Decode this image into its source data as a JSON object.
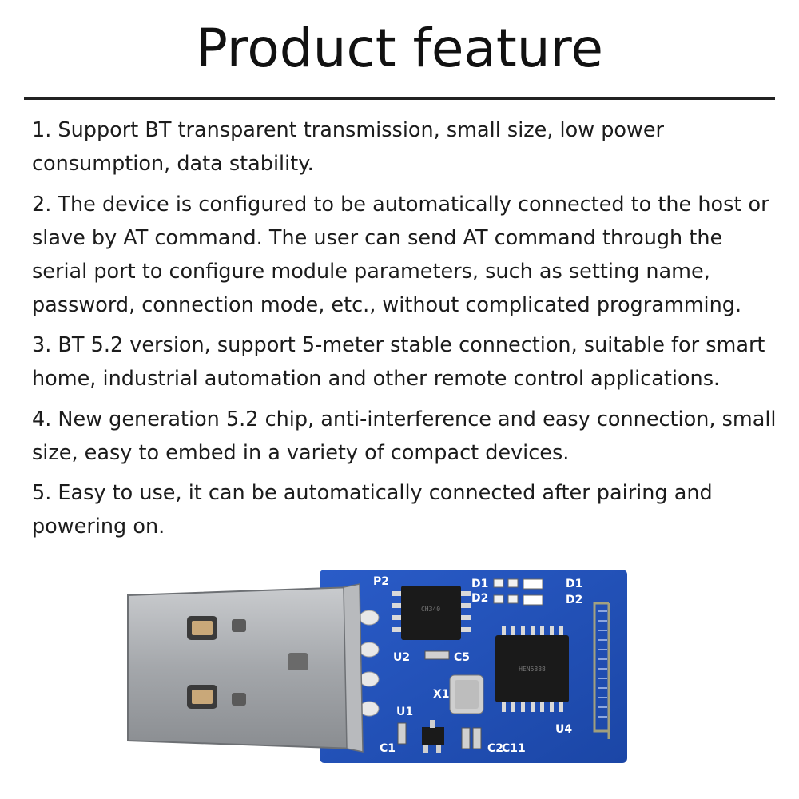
{
  "title": "Product feature",
  "features": [
    "1. Support BT transparent transmission, small size, low power consumption, data stability.",
    "2. The device is configured to be automatically connected to the host or slave by AT command. The user can send AT command through the serial port to configure module parameters, such as setting name, password, connection mode, etc., without complicated programming.",
    "3. BT 5.2 version, support 5-meter stable connection, suitable for smart home, industrial automation and other remote control applications.",
    "4. New generation 5.2 chip, anti-interference and easy connection, small size, easy to embed in a variety of compact devices.",
    "5. Easy to use, it can be automatically connected after pairing and powering on."
  ],
  "board_labels": {
    "p2": "P2",
    "d1_left": "D1",
    "d2_left": "D2",
    "d1_right": "D1",
    "d2_right": "D2",
    "u2": "U2",
    "c5": "C5",
    "x1": "X1",
    "u1": "U1",
    "c1": "C1",
    "c2": "C2",
    "c11": "C11",
    "u4": "U4"
  },
  "colors": {
    "pcb": "#1f4fb8",
    "usb_metal": "#a9abae"
  }
}
